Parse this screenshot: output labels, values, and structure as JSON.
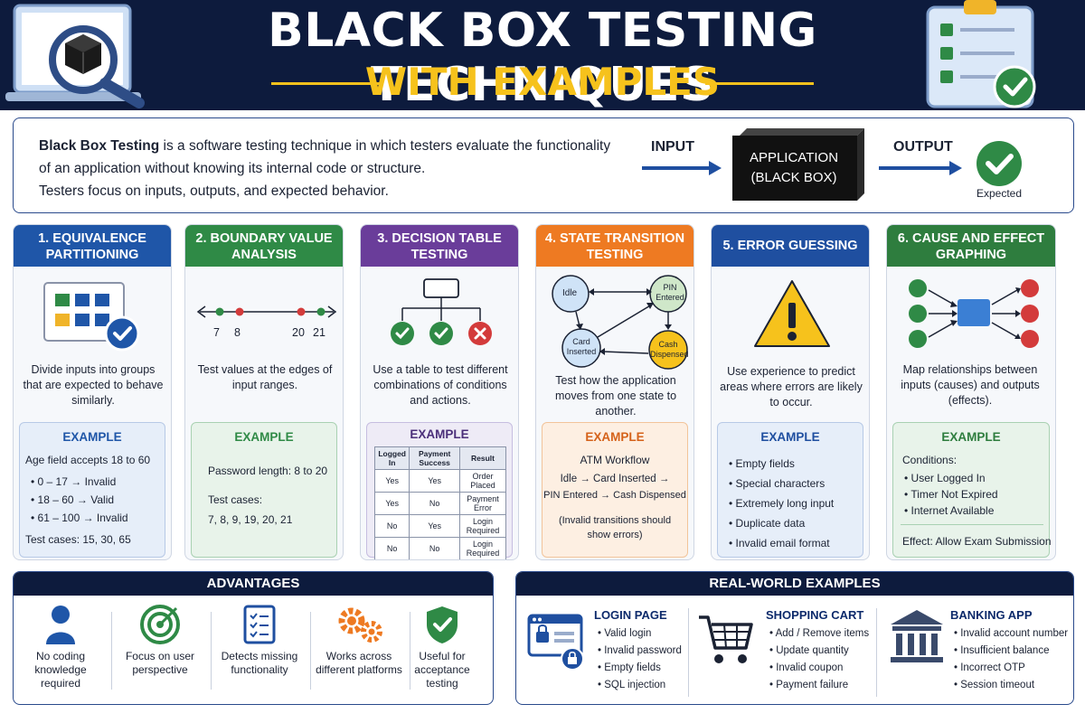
{
  "header": {
    "title": "BLACK BOX TESTING TECHNIQUES",
    "subtitle": "WITH EXAMPLES"
  },
  "intro": {
    "lead": "Black Box Testing",
    "text": " is a software testing technique in which testers evaluate the functionality of an application without knowing its internal code or structure.",
    "text2": "Testers focus on inputs, outputs, and expected behavior.",
    "input_label": "INPUT",
    "box_line1": "APPLICATION",
    "box_line2": "(BLACK BOX)",
    "output_label": "OUTPUT",
    "expected_label": "Expected"
  },
  "colors": {
    "navy": "#0d1b3d",
    "gold": "#f6c21c",
    "card1": "#1f56a8",
    "card2": "#2f8a46",
    "card3": "#6a3d9a",
    "card4": "#ee7a22",
    "card5": "#1f4fa0",
    "card6": "#2e7d3e"
  },
  "cards": [
    {
      "title": "1. EQUIVALENCE PARTITIONING",
      "desc": "Divide inputs into groups that are expected to behave similarly.",
      "example_title": "EXAMPLE",
      "lines": [
        "Age field accepts 18 to 60",
        "•  0 – 17   → Invalid",
        "•  18 – 60  → Valid",
        "•  61 – 100 → Invalid",
        "Test cases: 15, 30, 65"
      ]
    },
    {
      "title": "2. BOUNDARY VALUE ANALYSIS",
      "desc": "Test values at the edges of input ranges.",
      "example_title": "EXAMPLE",
      "number_line": [
        "7",
        "8",
        "20",
        "21"
      ],
      "lines": [
        "Password length: 8 to 20",
        "Test cases:",
        "7, 8, 9, 19, 20, 21"
      ]
    },
    {
      "title": "3. DECISION TABLE TESTING",
      "desc": "Use a table to test different combinations of conditions and actions.",
      "example_title": "EXAMPLE",
      "table_headers": [
        "Logged In",
        "Payment Success",
        "Result"
      ],
      "table_rows": [
        [
          "Yes",
          "Yes",
          "Order Placed"
        ],
        [
          "Yes",
          "No",
          "Payment Error"
        ],
        [
          "No",
          "Yes",
          "Login Required"
        ],
        [
          "No",
          "No",
          "Login Required"
        ]
      ]
    },
    {
      "title": "4. STATE TRANSITION TESTING",
      "desc": "Test how the application moves from one state to another.",
      "states": [
        "Idle",
        "PIN Entered",
        "Card Inserted",
        "Cash Dispensed"
      ],
      "example_title": "EXAMPLE",
      "lines": [
        "ATM Workflow",
        "Idle → Card Inserted →",
        "PIN Entered → Cash Dispensed",
        "(Invalid transitions should",
        "show errors)"
      ]
    },
    {
      "title": "5. ERROR GUESSING",
      "desc": "Use experience to predict areas where errors are likely to occur.",
      "example_title": "EXAMPLE",
      "lines": [
        "•  Empty fields",
        "•  Special characters",
        "•  Extremely long input",
        "•  Duplicate data",
        "•  Invalid email format"
      ]
    },
    {
      "title": "6. CAUSE AND EFFECT GRAPHING",
      "desc": "Map relationships between inputs (causes) and outputs (effects).",
      "example_title": "EXAMPLE",
      "lines": [
        "Conditions:",
        "•  User Logged In",
        "•  Timer Not Expired",
        "•  Internet Available",
        "Effect: Allow Exam Submission"
      ]
    }
  ],
  "advantages": {
    "title": "ADVANTAGES",
    "items": [
      "No coding knowledge required",
      "Focus on user perspective",
      "Detects missing functionality",
      "Works across different platforms",
      "Useful for acceptance testing"
    ]
  },
  "real_world": {
    "title": "REAL-WORLD EXAMPLES",
    "groups": [
      {
        "title": "LOGIN PAGE",
        "items": [
          "•  Valid login",
          "•  Invalid password",
          "•  Empty fields",
          "•  SQL injection"
        ]
      },
      {
        "title": "SHOPPING CART",
        "items": [
          "•  Add / Remove items",
          "•  Update quantity",
          "•  Invalid coupon",
          "•  Payment failure"
        ]
      },
      {
        "title": "BANKING APP",
        "items": [
          "•  Invalid account number",
          "•  Insufficient balance",
          "•  Incorrect OTP",
          "•  Session timeout"
        ]
      }
    ]
  }
}
